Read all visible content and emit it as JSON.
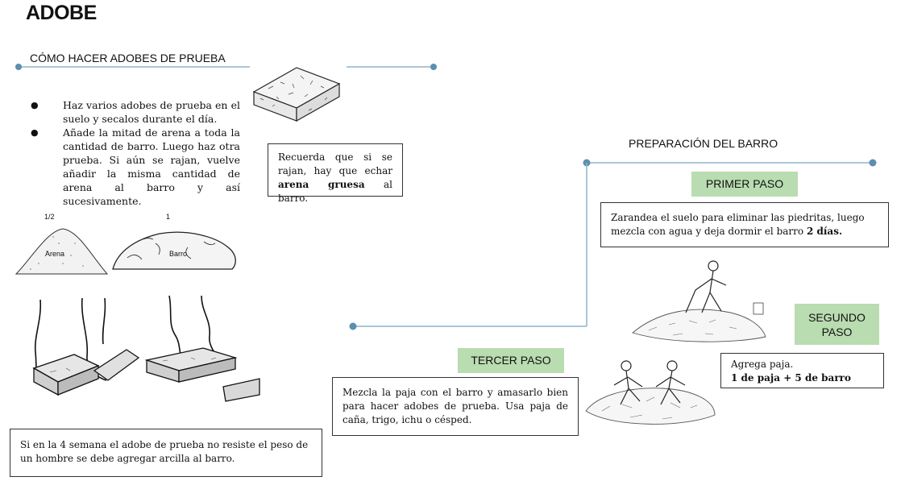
{
  "title": "ADOBE",
  "left_section": {
    "heading": "CÓMO HACER ADOBES DE PRUEBA",
    "bullets": [
      "Haz varios adobes de prueba en el suelo y secalos durante el día.",
      "Añade la mitad de arena a toda la cantidad de barro. Luego haz otra prueba. Si aún se rajan, vuelve añadir la misma cantidad de arena al barro y así sucesivamente."
    ],
    "tip": {
      "text_before": "Recuerda que si se rajan, hay que echar ",
      "bold": "arena gruesa",
      "text_after": " al barro."
    },
    "illustration": {
      "label_half": "1/2",
      "label_one": "1",
      "pile_sand": "Arena",
      "pile_mud": "Barro"
    },
    "bottom_note": "Si en la 4 semana el adobe de prueba no resiste el peso de un hombre se debe agregar arcilla al barro."
  },
  "right_section": {
    "heading": "PREPARACIÓN DEL BARRO",
    "step1": {
      "label": "PRIMER PASO",
      "text": "Zarandea el suelo para eliminar las piedritas, luego mezcla con agua y deja dormir el barro ",
      "bold": "2 días."
    },
    "step2": {
      "label_line1": "SEGUNDO",
      "label_line2": "PASO",
      "text": "Agrega paja.",
      "bold": "1 de paja + 5 de barro"
    },
    "step3": {
      "label": "TERCER PASO",
      "text": "Mezcla la paja con el barro y amasarlo bien para hacer adobes de prueba. Usa paja de caña, trigo, ichu o césped."
    }
  },
  "colors": {
    "line": "#8fb4c9",
    "dot": "#5b8fae",
    "step_label_bg": "#b9dcb0"
  }
}
